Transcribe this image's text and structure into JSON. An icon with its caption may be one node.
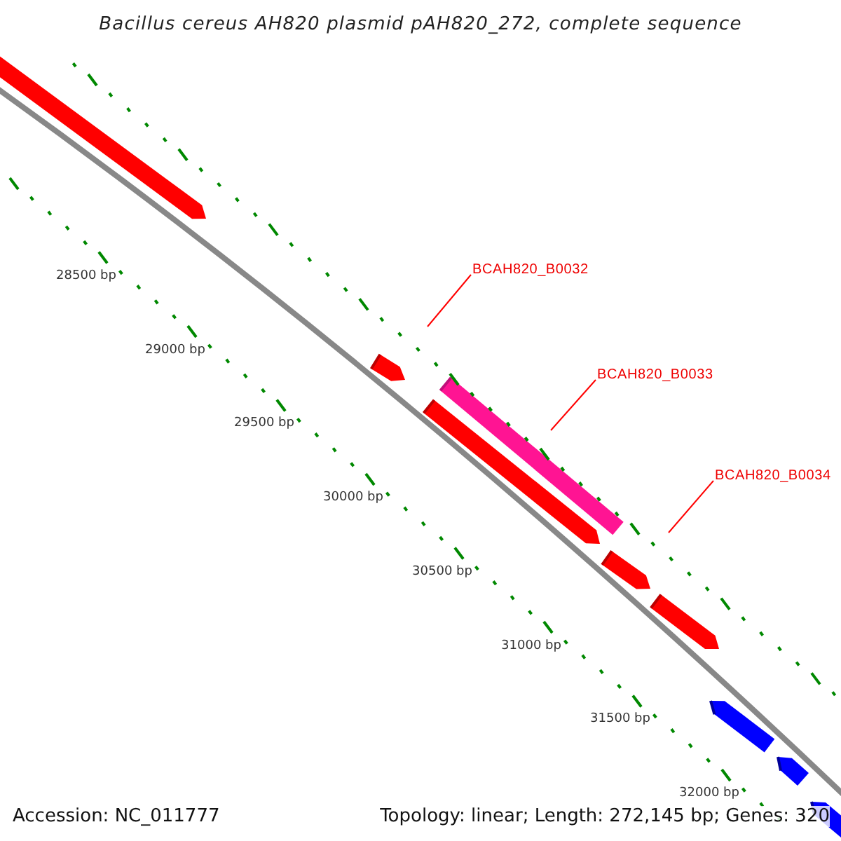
{
  "diagram": {
    "title": "Bacillus cereus AH820 plasmid pAH820_272, complete sequence",
    "nodes": [
      {
        "text": [
          "BCAH820_B0032"
        ]
      },
      {
        "text": [
          "BCAH820_B0033"
        ]
      },
      {
        "text": [
          "BCAH820_B0034"
        ]
      }
    ],
    "edges": [
      {
        "from": 0,
        "to": null,
        "arrow": "none"
      },
      {
        "from": 1,
        "to": null,
        "arrow": "none"
      },
      {
        "from": 2,
        "to": null,
        "arrow": "none"
      }
    ],
    "labels": [
      "28500 bp",
      "29000 bp",
      "29500 bp",
      "30000 bp",
      "30500 bp",
      "31000 bp",
      "31500 bp",
      "32000 bp",
      "Accession: NC_011777",
      "Topology: linear; Length: 272,145 bp; Genes: 320"
    ]
  }
}
